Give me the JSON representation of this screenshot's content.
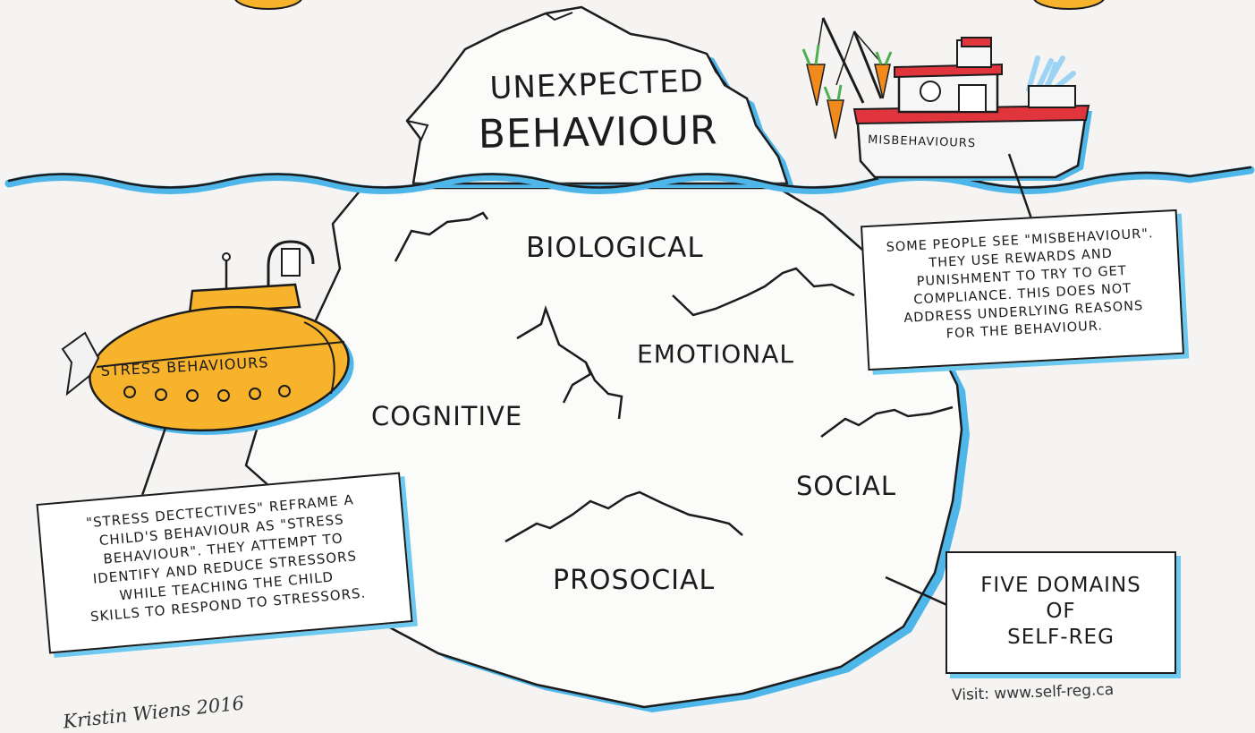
{
  "iceberg": {
    "top_label_line1": "UNEXPECTED",
    "top_label_line2": "BEHAVIOUR",
    "domains": [
      "BIOLOGICAL",
      "EMOTIONAL",
      "COGNITIVE",
      "SOCIAL",
      "PROSOCIAL"
    ]
  },
  "boat": {
    "label": "MISBEHAVIOURS"
  },
  "submarine": {
    "label": "STRESS BEHAVIOURS"
  },
  "misbehaviour_note": {
    "lines": [
      "Some people see \"misbehaviour\".",
      "They use rewards and",
      "punishment to try to get",
      "compliance. This does not",
      "address underlying reasons",
      "for the behaviour."
    ]
  },
  "stress_note": {
    "lines": [
      "\"Stress dectectives\" reframe a",
      "child's behaviour as \"stress",
      "behaviour\". They attempt to",
      "identify and reduce stressors",
      "while teaching the child",
      "skills to respond to stressors."
    ]
  },
  "domains_box": {
    "lines": [
      "FIVE DOMAINS",
      "OF",
      "SELF-REG"
    ]
  },
  "website": "Visit: www.self-reg.ca",
  "signature": "Kristin Wiens 2016",
  "colors": {
    "water": "#4fb6ea",
    "ink": "#1c1c1c",
    "submarine": "#f7b32b",
    "boat_red": "#e0353d",
    "carrot": "#f18a1c",
    "paper": "#f5f4f2"
  }
}
